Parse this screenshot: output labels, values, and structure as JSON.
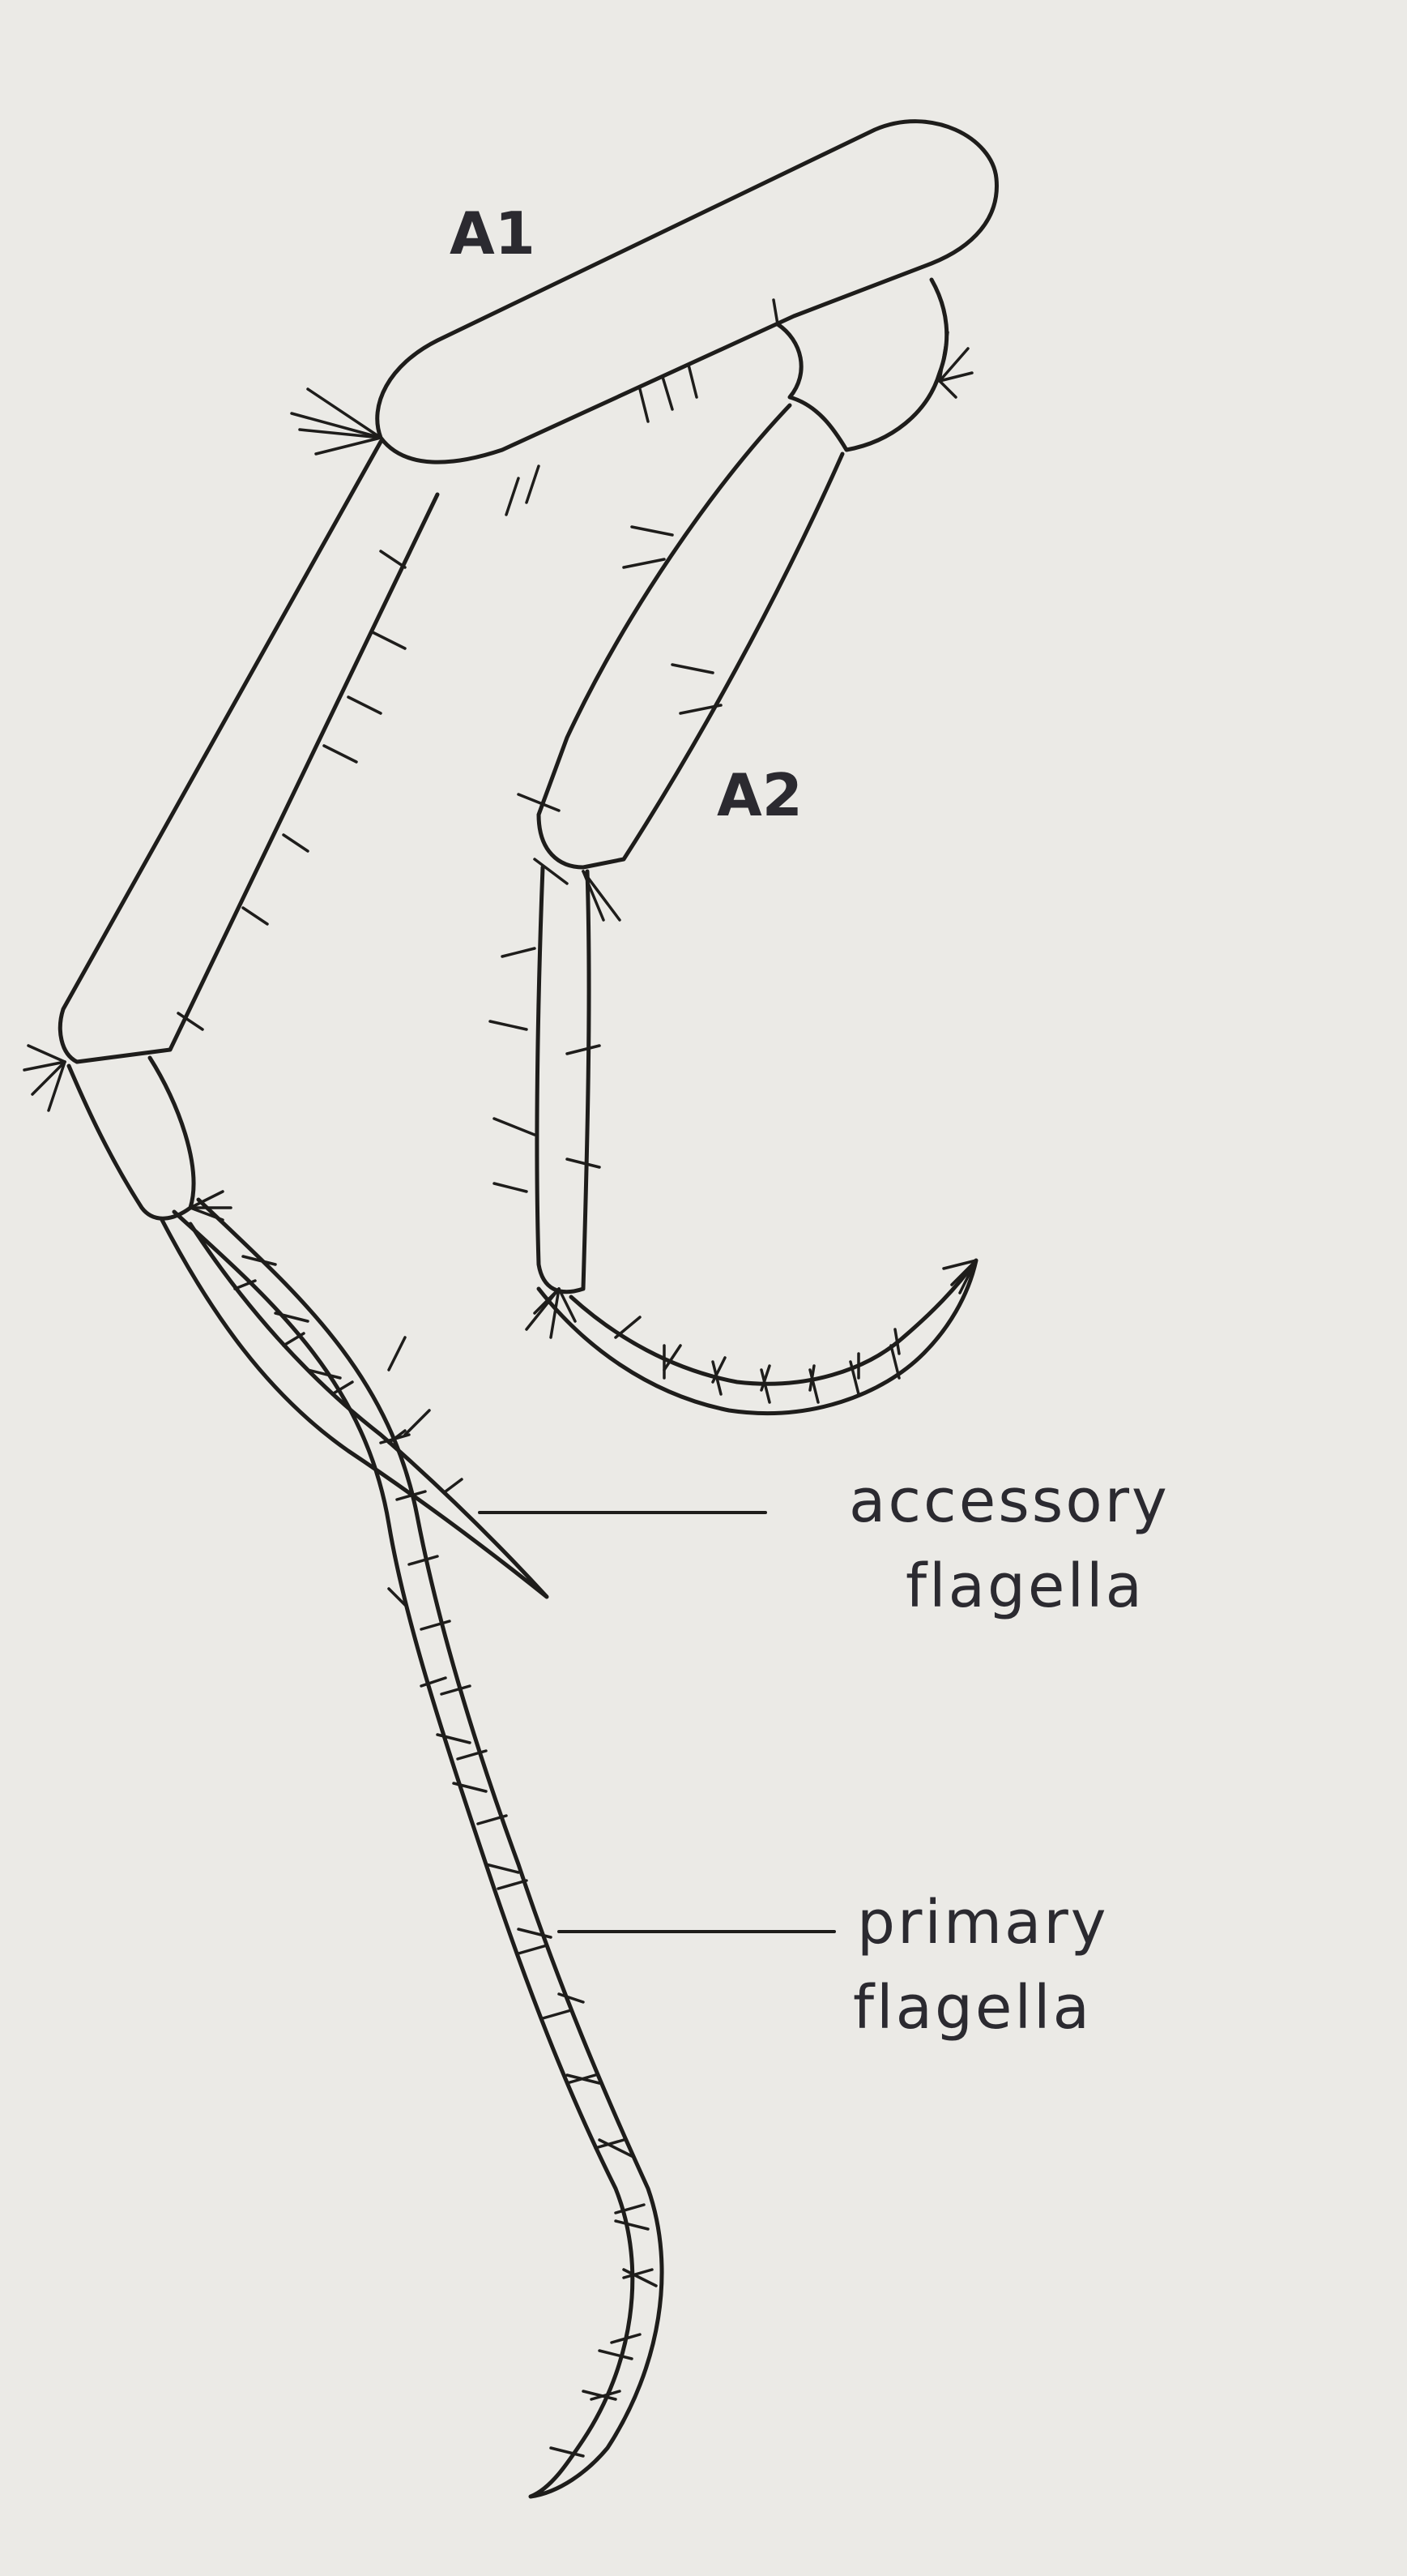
{
  "labels": {
    "a1": "A1",
    "a2": "A2",
    "accessory_line1": "accessory",
    "accessory_line2": "flagella",
    "primary_line1": "primary",
    "primary_line2": "flagella"
  },
  "colors": {
    "paper": "#ebeae6",
    "ink": "#1e1d1b",
    "text": "#2b2a30"
  }
}
